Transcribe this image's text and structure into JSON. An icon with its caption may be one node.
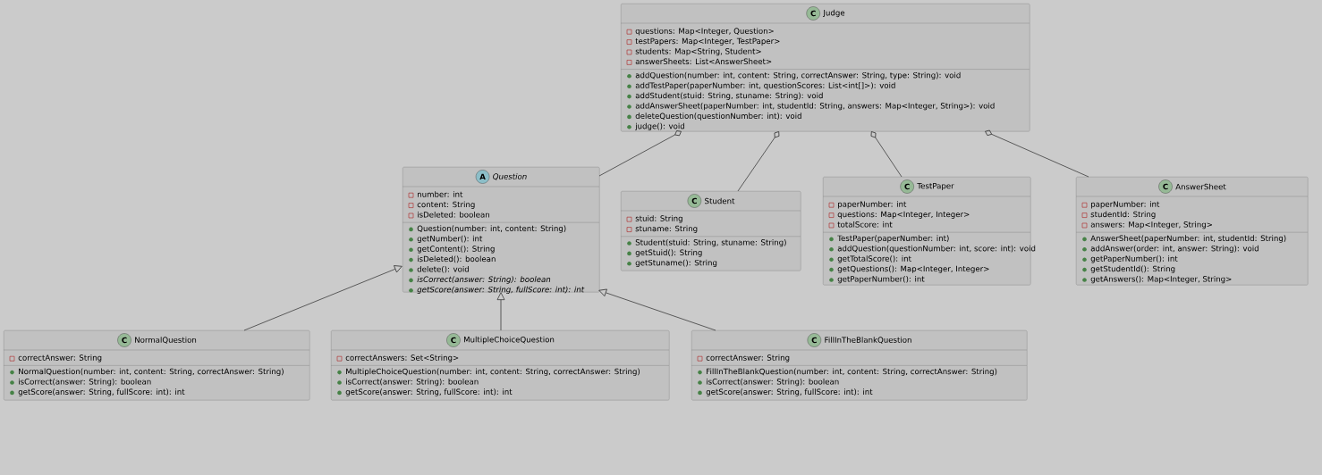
{
  "diagram": {
    "nodes": [
      {
        "text": [
          "C",
          "Judge",
          "questions: Map<Integer, Question>",
          "testPapers: Map<Integer, TestPaper>",
          "students: Map<String, Student>",
          "answerSheets: List<AnswerSheet>",
          "addQuestion(number: int, content: String, correctAnswer: String, type: String): void",
          "addTestPaper(paperNumber: int, questionScores: List<int[]>): void",
          "addStudent(stuid: String, stuname: String): void",
          "addAnswerSheet(paperNumber: int, studentId: String, answers: Map<Integer, String>): void",
          "deleteQuestion(questionNumber: int): void",
          "judge(): void"
        ]
      },
      {
        "text": [
          "A",
          "Question",
          "number: int",
          "content: String",
          "isDeleted: boolean",
          "Question(number: int, content: String)",
          "getNumber(): int",
          "getContent(): String",
          "isDeleted(): boolean",
          "delete(): void",
          "*isCorrect(answer: String): boolean*",
          "*getScore(answer: String, fullScore: int): int*"
        ]
      },
      {
        "text": [
          "C",
          "Student",
          "stuid: String",
          "stuname: String",
          "Student(stuid: String, stuname: String)",
          "getStuid(): String",
          "getStuname(): String"
        ]
      },
      {
        "text": [
          "C",
          "TestPaper",
          "paperNumber: int",
          "questions: Map<Integer, Integer>",
          "totalScore: int",
          "TestPaper(paperNumber: int)",
          "addQuestion(questionNumber: int, score: int): void",
          "getTotalScore(): int",
          "getQuestions(): Map<Integer, Integer>",
          "getPaperNumber(): int"
        ]
      },
      {
        "text": [
          "C",
          "AnswerSheet",
          "paperNumber: int",
          "studentId: String",
          "answers: Map<Integer, String>",
          "AnswerSheet(paperNumber: int, studentId: String)",
          "addAnswer(order: int, answer: String): void",
          "getPaperNumber(): int",
          "getStudentId(): String",
          "getAnswers(): Map<Integer, String>"
        ]
      },
      {
        "text": [
          "C",
          "NormalQuestion",
          "correctAnswer: String",
          "NormalQuestion(number: int, content: String, correctAnswer: String)",
          "isCorrect(answer: String): boolean",
          "getScore(answer: String, fullScore: int): int"
        ]
      },
      {
        "text": [
          "C",
          "MultipleChoiceQuestion",
          "correctAnswers: Set<String>",
          "MultipleChoiceQuestion(number: int, content: String, correctAnswer: String)",
          "isCorrect(answer: String): boolean",
          "getScore(answer: String, fullScore: int): int"
        ]
      },
      {
        "text": [
          "C",
          "FillInTheBlankQuestion",
          "correctAnswer: String",
          "FillInTheBlankQuestion(number: int, content: String, correctAnswer: String)",
          "isCorrect(answer: String): boolean",
          "getScore(answer: String, fullScore: int): int"
        ]
      }
    ],
    "edges": [
      {
        "from": 0,
        "to": 1,
        "arrow": "other"
      },
      {
        "from": 0,
        "to": 2,
        "arrow": "other"
      },
      {
        "from": 0,
        "to": 3,
        "arrow": "other"
      },
      {
        "from": 0,
        "to": 4,
        "arrow": "other"
      },
      {
        "from": 5,
        "to": 1,
        "arrow": "to"
      },
      {
        "from": 6,
        "to": 1,
        "arrow": "to"
      },
      {
        "from": 7,
        "to": 1,
        "arrow": "to"
      }
    ]
  }
}
